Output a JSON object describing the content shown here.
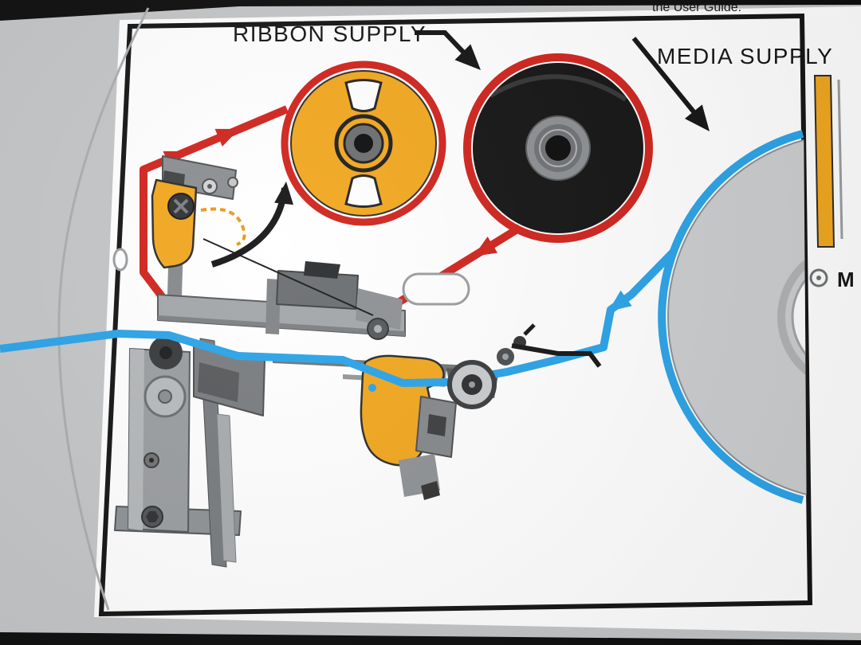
{
  "labels": {
    "ribbon_supply": "RIBBON SUPPLY",
    "media_supply": "MEDIA SUPPLY",
    "user_guide_note": "the User Guide.",
    "adjacent_panel_fragment": "M"
  },
  "colors": {
    "ribbon_path_red": "#d0231c",
    "media_path_blue": "#2aa3e8",
    "spindle_yellow": "#f2a71e",
    "ribbon_roll_black": "#141414",
    "media_roll_gray": "#cbcdcf",
    "machine_gray": "#9a9da0",
    "panel_white": "#ffffff",
    "frame_black": "#0d0d0d",
    "backdrop_gray": "#c3c5c7"
  }
}
